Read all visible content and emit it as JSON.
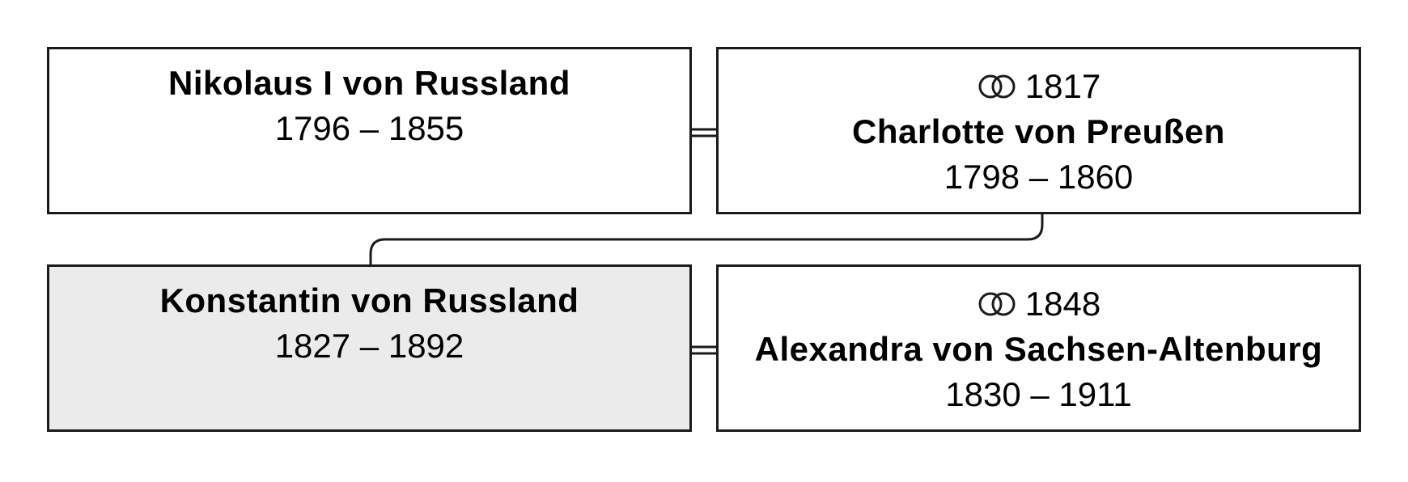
{
  "people": {
    "nikolaus": {
      "name": "Nikolaus I von Russland",
      "dates": "1796 – 1855"
    },
    "charlotte": {
      "marriage_year": "1817",
      "name": "Charlotte von Preußen",
      "dates": "1798 – 1860"
    },
    "konstantin": {
      "name": "Konstantin von Russland",
      "dates": "1827 – 1892"
    },
    "alexandra": {
      "marriage_year": "1848",
      "name": "Alexandra von Sachsen-Altenburg",
      "dates": "1830 – 1911"
    }
  },
  "icons": {
    "marriage": "wedding-rings-icon"
  },
  "colors": {
    "border": "#1a1a1a",
    "focus_background": "#ebebeb",
    "background": "#ffffff"
  }
}
